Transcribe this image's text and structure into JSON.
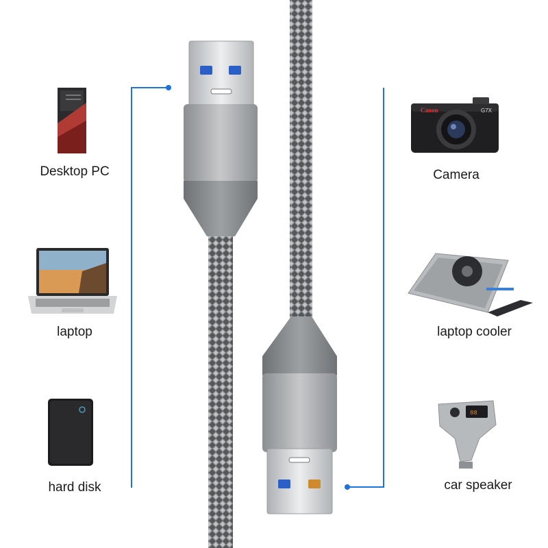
{
  "devices_left": [
    {
      "label": "Desktop PC",
      "icon": "desktop-pc-icon"
    },
    {
      "label": "laptop",
      "icon": "laptop-icon"
    },
    {
      "label": "hard disk",
      "icon": "hard-disk-icon"
    }
  ],
  "devices_right": [
    {
      "label": "Camera",
      "icon": "camera-icon"
    },
    {
      "label": "laptop cooler",
      "icon": "laptop-cooler-icon"
    },
    {
      "label": "car speaker",
      "icon": "car-speaker-icon"
    }
  ],
  "camera_brand": "Canon",
  "camera_model": "G7X",
  "colors": {
    "connector_line": "#1e73d8",
    "cable_braid": "#6e7072",
    "connector_metal": "#c9cbcd",
    "housing": "#8e9092",
    "usb3_insert": "#2a5fc8"
  }
}
